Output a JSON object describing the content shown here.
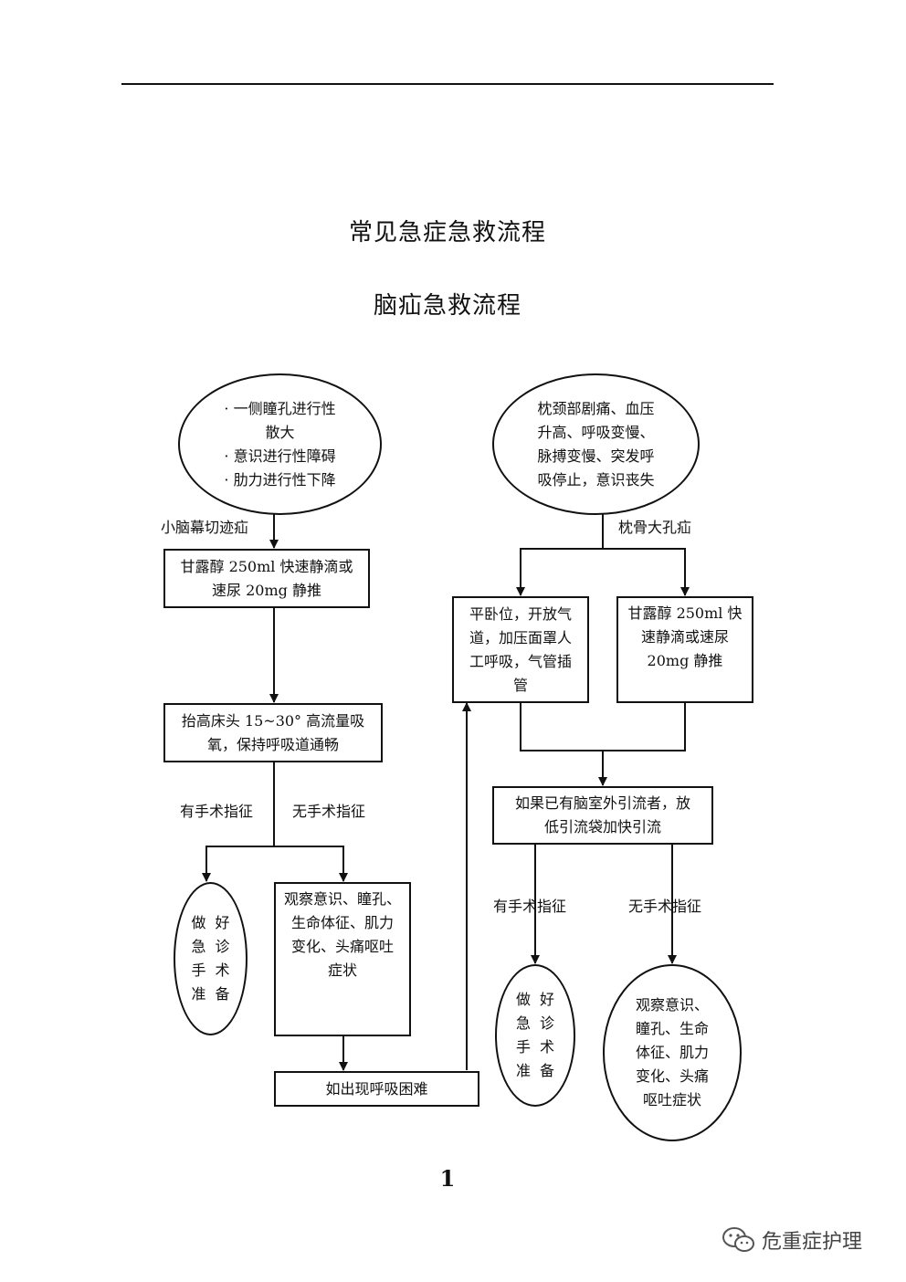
{
  "title": "常见急症急救流程",
  "subtitle": "脑疝急救流程",
  "left": {
    "ellipse": "· 一侧瞳孔进行性\n散大\n· 意识进行性障碍\n· 肋力进行性下降",
    "branch_label": "小脑幕切迹疝",
    "step1": "甘露醇 250ml 快速静滴或\n速尿 20mg 静推",
    "step2": "抬高床头 15~30°  高流量吸\n氧，保持呼吸道通畅",
    "label_surgery": "有手术指征",
    "label_nosurgery": "无手术指征",
    "prep_col1": [
      "做",
      "急",
      "手",
      "准"
    ],
    "prep_col2": [
      "好",
      "诊",
      "术",
      "备"
    ],
    "observe": "观察意识、瞳孔、\n生命体征、肌力\n变化、头痛呕吐\n症状",
    "dyspnea": "如出现呼吸困难"
  },
  "right": {
    "ellipse": "枕颈部剧痛、血压\n升高、呼吸变慢、\n脉搏变慢、突发呼\n吸停止，意识丧失",
    "branch_label": "枕骨大孔疝",
    "airway": "平卧位，开放气\n道，加压面罩人\n工呼吸，气管插\n管",
    "mannitol": "甘露醇 250ml 快\n速静滴或速尿\n20mg 静推",
    "drain": "如果已有脑室外引流者，放\n低引流袋加快引流",
    "label_surgery": "有手术指征",
    "label_nosurgery": "无手术指征",
    "prep_col1": [
      "做",
      "急",
      "手",
      "准"
    ],
    "prep_col2": [
      "好",
      "诊",
      "术",
      "备"
    ],
    "observe": "观察意识、\n瞳孔、生命\n体征、肌力\n变化、头痛\n呕吐症状"
  },
  "page_number": "1",
  "watermark": "危重症护理",
  "watermark_icon": "wechat-icon"
}
